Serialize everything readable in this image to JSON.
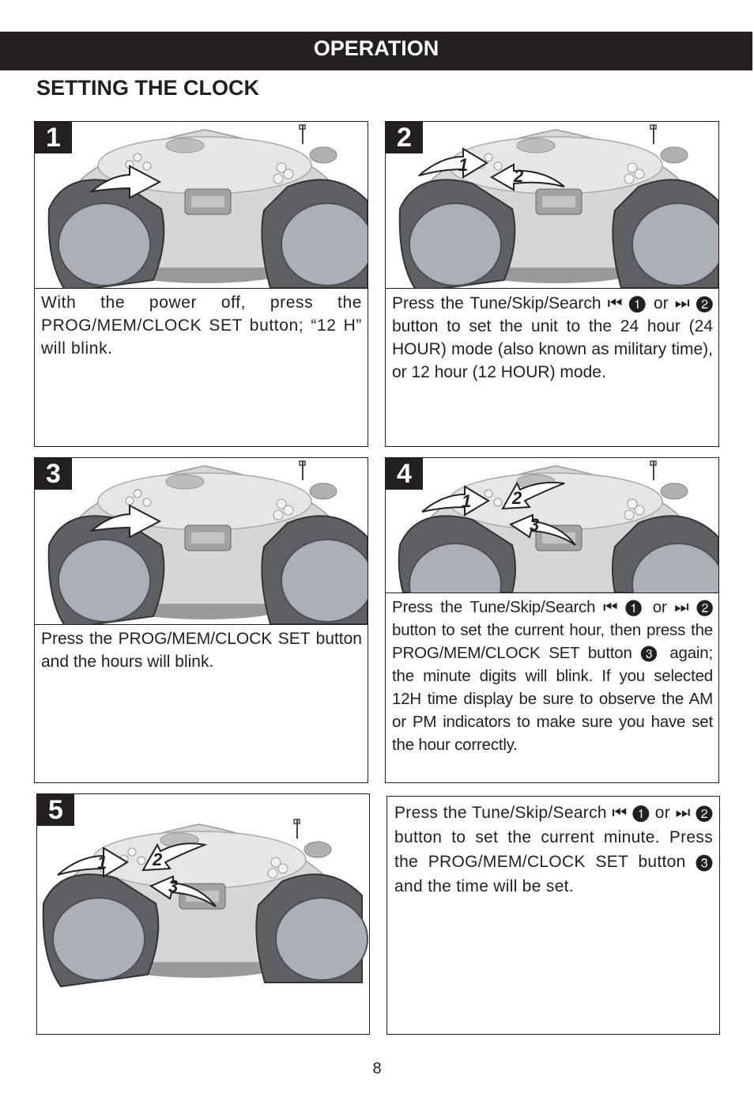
{
  "header": {
    "title": "OPERATION"
  },
  "section": {
    "title": "SETTING THE CLOCK"
  },
  "steps": [
    {
      "number": "1",
      "text": "With the power off, press the PROG/MEM/CLOCK SET button; “12 H” will blink.",
      "arrow_labels": []
    },
    {
      "number": "2",
      "text": "Press the Tune/Skip/Search ⏮ ❶ or ⏭ ❷ button to set the unit to the 24 hour (24 HOUR) mode (also known as military time), or 12 hour (12 HOUR) mode.",
      "arrow_labels": [
        "1",
        "2"
      ]
    },
    {
      "number": "3",
      "text": "Press the PROG/MEM/CLOCK SET button and the hours will blink.",
      "arrow_labels": []
    },
    {
      "number": "4",
      "text": "Press the Tune/Skip/Search ⏮ ❶ or ⏭ ❷ button to set the current hour, then press the PROG/MEM/CLOCK SET button ❸ again; the minute digits will blink. If you selected 12H time display be sure to observe the AM or PM indicators to make sure you have set the hour correctly.",
      "arrow_labels": [
        "1",
        "2",
        "3"
      ]
    },
    {
      "number": "5",
      "text": "Press the Tune/Skip/Search ⏮ ❶ or ⏭ ❷ button to set the current minute. Press the PROG/MEM/CLOCK SET button ❸ and the time will be set.",
      "arrow_labels": [
        "1",
        "2",
        "3"
      ]
    }
  ],
  "footer": {
    "page_number": "8"
  }
}
